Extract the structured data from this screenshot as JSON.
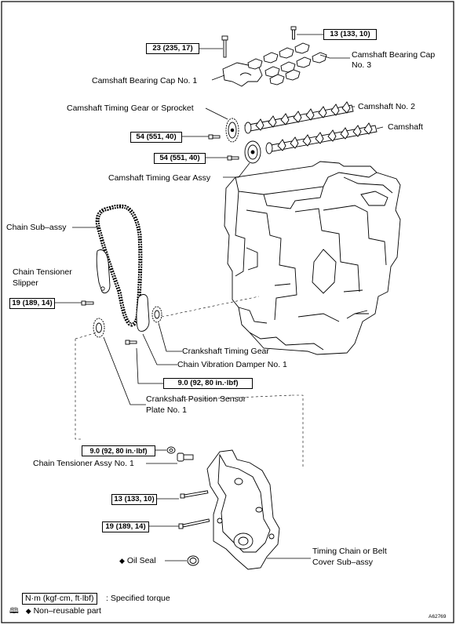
{
  "labels": {
    "bearing_cap_3": "Camshaft Bearing Cap\nNo. 3",
    "bearing_cap_1": "Camshaft Bearing Cap No. 1",
    "timing_gear_sprocket": "Camshaft Timing Gear or Sprocket",
    "camshaft_no2": "Camshaft No. 2",
    "camshaft": "Camshaft",
    "timing_gear_assy": "Camshaft Timing Gear Assy",
    "chain_sub_assy": "Chain Sub–assy",
    "tensioner_slipper": "Chain Tensioner\nSlipper",
    "crankshaft_timing_gear": "Crankshaft Timing Gear",
    "vibration_damper": "Chain Vibration Damper No. 1",
    "position_sensor_plate": "Crankshaft Position Sensor\nPlate No. 1",
    "tensioner_assy": "Chain Tensioner Assy No. 1",
    "oil_seal": "Oil Seal",
    "timing_cover": "Timing Chain or Belt\nCover Sub–assy"
  },
  "torques": {
    "t_13_top": "13 (133, 10)",
    "t_23": "23 (235, 17)",
    "t_54_a": "54 (551, 40)",
    "t_54_b": "54 (551, 40)",
    "t_19_a": "19 (189, 14)",
    "t_9_a": "9.0 (92, 80 in.·lbf)",
    "t_9_b": "9.0 (92, 80 in.·lbf)",
    "t_13_b": "13 (133, 10)",
    "t_19_b": "19 (189, 14)"
  },
  "legend": {
    "unit_box": "N·m (kgf·cm, ft·lbf)",
    "unit_desc": ": Specified torque",
    "nonreusable": "Non–reusable part"
  },
  "figure_id": "A62769"
}
